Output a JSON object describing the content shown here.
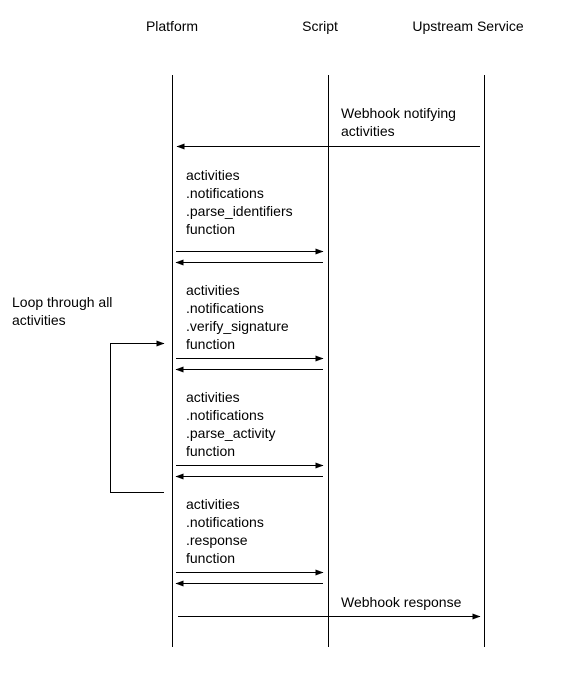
{
  "participants": [
    {
      "id": "platform",
      "label": "Platform"
    },
    {
      "id": "script",
      "label": "Script"
    },
    {
      "id": "upstream",
      "label": "Upstream Service"
    }
  ],
  "messages": {
    "webhook_in": {
      "label_lines": [
        "Webhook notifying",
        "activities"
      ]
    },
    "parse_identifiers": {
      "label_lines": [
        "activities",
        ".notifications",
        ".parse_identifiers",
        "function"
      ]
    },
    "verify_signature": {
      "label_lines": [
        "activities",
        ".notifications",
        ".verify_signature",
        "function"
      ]
    },
    "parse_activity": {
      "label_lines": [
        "activities",
        ".notifications",
        ".parse_activity",
        "function"
      ]
    },
    "response": {
      "label_lines": [
        "activities",
        ".notifications",
        ".response",
        "function"
      ]
    },
    "webhook_out": {
      "label": "Webhook response"
    }
  },
  "loop": {
    "label_lines": [
      "Loop through all",
      "activities"
    ]
  },
  "colors": {
    "line": "#000000",
    "text": "#000000",
    "background": "#ffffff"
  }
}
